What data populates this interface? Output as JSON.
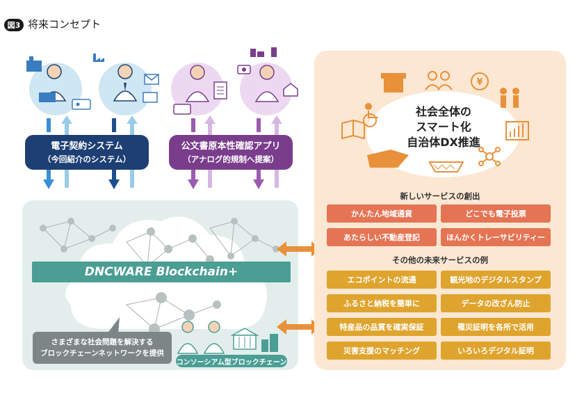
{
  "figure": {
    "badge": "図3",
    "title": "将来コンセプト"
  },
  "systems": {
    "contract": {
      "title": "電子契約システム",
      "subtitle": "（今回紹介のシステム）",
      "color": "#1d3f73"
    },
    "document": {
      "title": "公文書原本性確認アプリ",
      "subtitle": "（アナログ的規制へ提案）",
      "color": "#7a3d8c"
    }
  },
  "network": {
    "blockchain_label": "DNCWARE Blockchain+",
    "bubble_lines": [
      "さまざまな社会問題を解決する",
      "ブロックチェーンネットワークを提供"
    ],
    "consortium_label": "コンソーシアム型ブロックチェーン"
  },
  "goal": {
    "lines": [
      "社会全体の",
      "スマート化",
      "自治体DX推進"
    ]
  },
  "new_services": {
    "heading": "新しいサービスの創出",
    "items": [
      "かんたん地域通貨",
      "どこでも電子投票",
      "あたらしい不動産登記",
      "ほんかくトレーサビリティー"
    ]
  },
  "other_services": {
    "heading": "その他の未来サービスの例",
    "items": [
      "エコポイントの流通",
      "観光地のデジタルスタンプ",
      "ふるさと納税を簡単に",
      "データの改ざん防止",
      "特産品の品質を確実保証",
      "罹災証明を各所で活用",
      "災害支援のマッチング",
      "いろいろデジタル証明"
    ]
  },
  "colors": {
    "navy": "#1d3f73",
    "purple": "#7a3d8c",
    "teal": "#4a9e94",
    "orange": "#e8913a",
    "red_pill": "#e57454",
    "gold_pill": "#dfa42e",
    "light_blue": "#8cc8e6",
    "light_purple": "#c9a8d8"
  },
  "icons": [
    "building-icon",
    "person-laptop-icon",
    "key-card-icon",
    "factory-icon",
    "businessman-icon",
    "mail-icon",
    "folder-icon",
    "woman-ok-icon",
    "document-icon",
    "id-card-icon",
    "camera-icon",
    "woman-phone-icon",
    "house-icon",
    "shop-icon",
    "people-icon",
    "yen-icon",
    "wheelchair-icon",
    "hands-icon",
    "book-icon",
    "chart-icon",
    "field-icon",
    "network-icon",
    "mountain-icon"
  ]
}
